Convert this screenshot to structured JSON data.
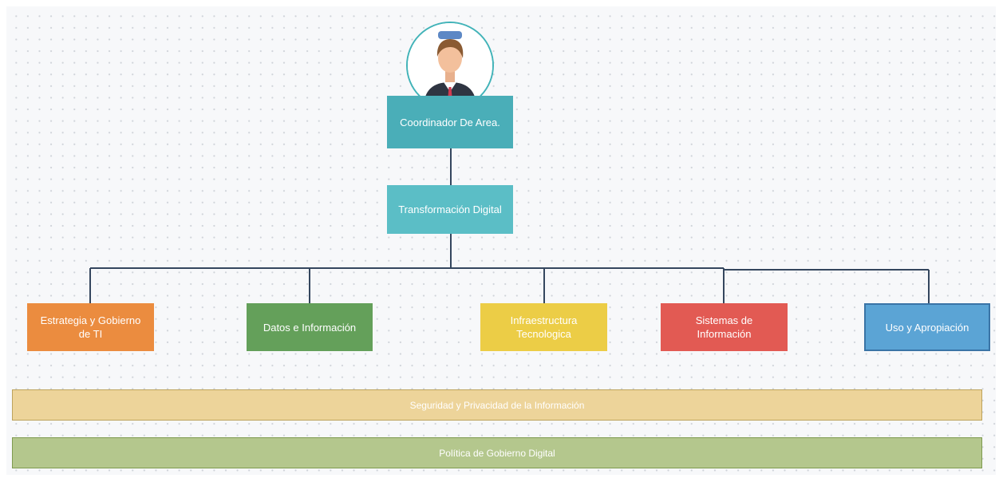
{
  "avatar": {
    "icon": "person-avatar-icon"
  },
  "chart": {
    "root": {
      "label": "Coordinador De Area.",
      "color": "#4aaeb8"
    },
    "level2": {
      "label": "Transformación  Digital",
      "color": "#5bbec6"
    },
    "areas": [
      {
        "label": "Estrategia y Gobierno de TI",
        "color": "#eb8c3f"
      },
      {
        "label": "Datos e Información",
        "color": "#64a05a"
      },
      {
        "label": "Infraestructura Tecnologica",
        "color": "#eccd46"
      },
      {
        "label": "Sistemas de Información",
        "color": "#e25a53"
      },
      {
        "label": "Uso y Apropiación",
        "color": "#5ba4d5"
      }
    ],
    "bands": [
      {
        "label": "Seguridad y Privacidad de la Información",
        "color": "#edd49a"
      },
      {
        "label": "Política de Gobierno Digital",
        "color": "#b4c78d"
      }
    ]
  }
}
